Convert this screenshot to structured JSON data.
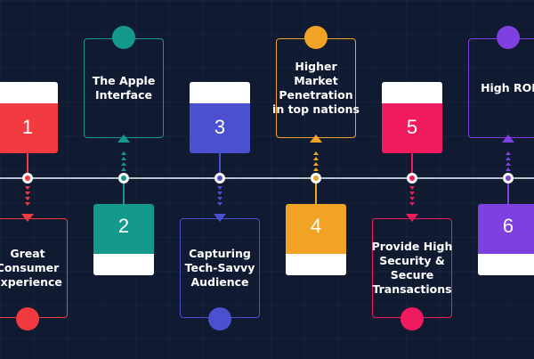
{
  "steps": [
    {
      "number": "1",
      "label": "Great Consumer Experience",
      "color": "#f23b40"
    },
    {
      "number": "2",
      "label": "The Apple Interface",
      "color": "#14998c"
    },
    {
      "number": "3",
      "label": "Capturing Tech-Savvy Audience",
      "color": "#4a50cf"
    },
    {
      "number": "4",
      "label": "Higher Market Penetration in top nations",
      "color": "#f0a325"
    },
    {
      "number": "5",
      "label": "Provide High Security & Secure Transactions",
      "color": "#f01a5e"
    },
    {
      "number": "6",
      "label": "High ROI",
      "color": "#7e40e0"
    }
  ]
}
